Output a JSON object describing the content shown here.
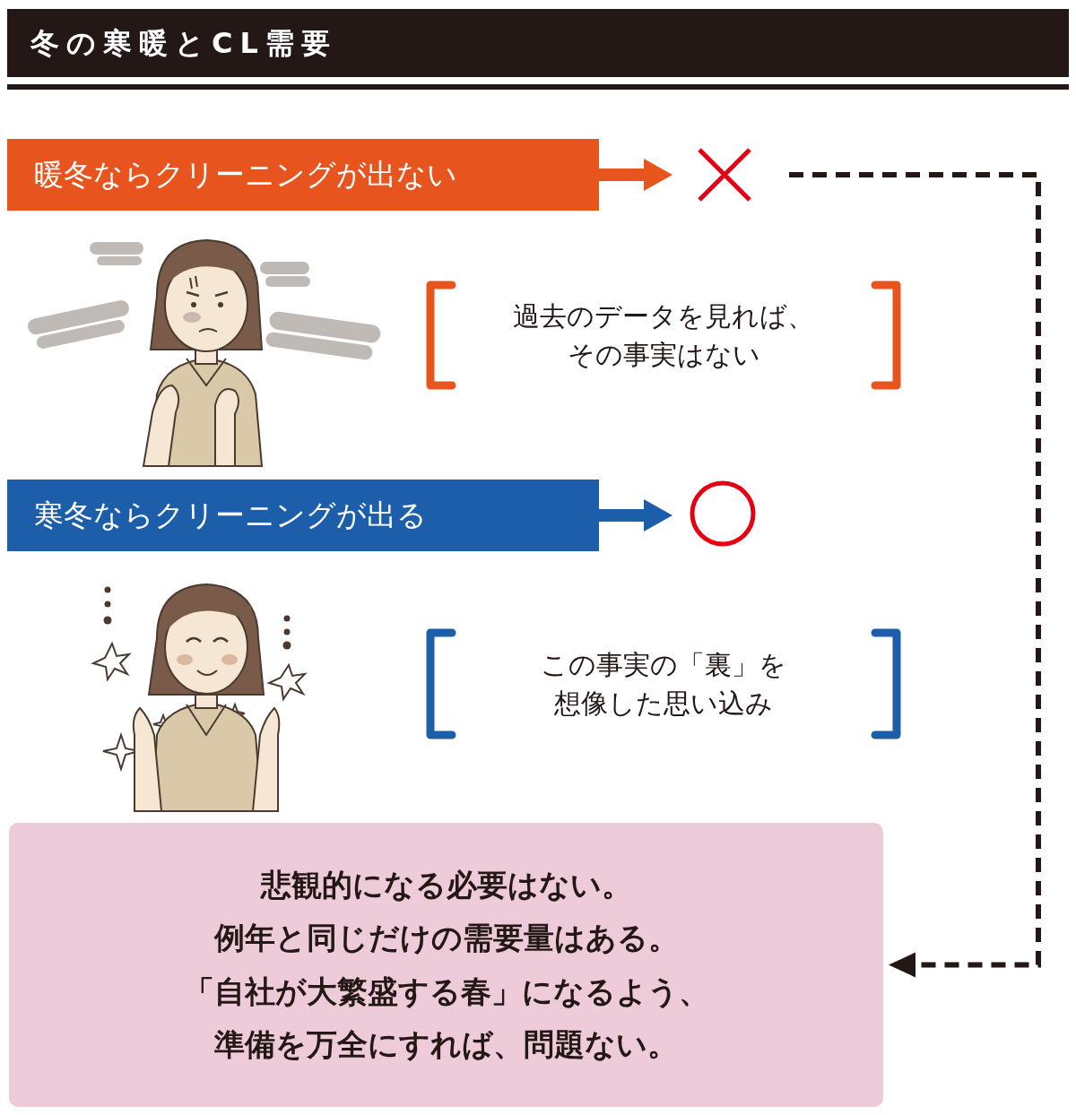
{
  "diagram": {
    "title": "冬の寒暖とCL需要",
    "nodes": [
      {
        "text": [
          "暖冬ならクリーニングが出ない"
        ]
      },
      {
        "text": [
          "過去のデータを見れば、 その事実はない"
        ]
      },
      {
        "text": [
          "寒冬ならクリーニングが出る"
        ]
      },
      {
        "text": [
          "この事実の「裏」を 想像した思い込み"
        ]
      },
      {
        "text": [
          "悲観的になる必要はない。 例年と同じだけの需要量はある。 「自社が大繁盛する春」になるよう、 準備を万全にすれば、問題ない。"
        ]
      }
    ],
    "edges": [
      {
        "from": 0,
        "to": 4,
        "arrow": "to"
      }
    ]
  }
}
